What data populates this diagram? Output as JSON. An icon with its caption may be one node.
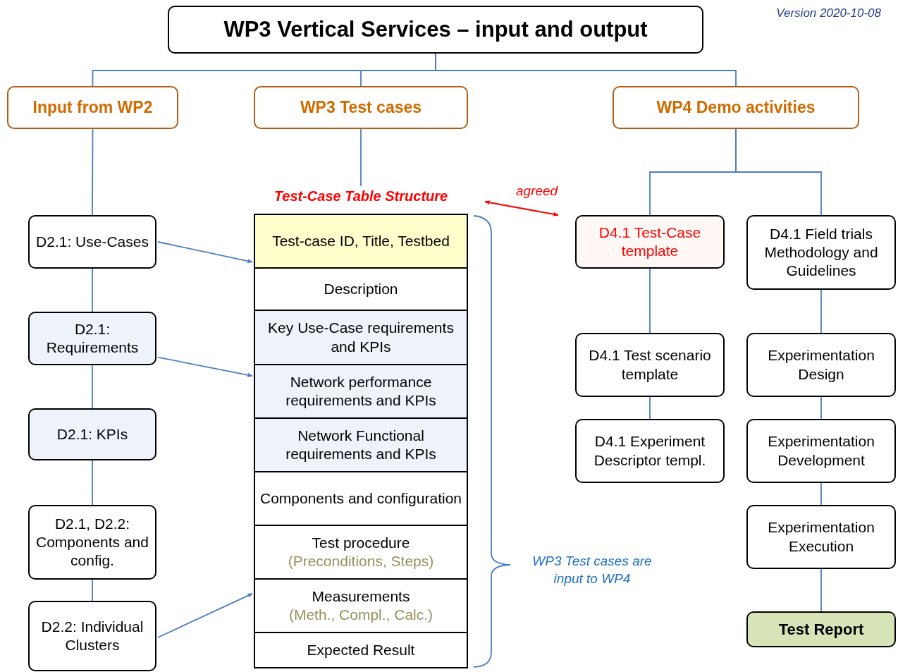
{
  "diagram": {
    "nodes": [
      {
        "text": [
          "WP3 Vertical Services – input and output"
        ]
      },
      {
        "text": [
          "Input from WP2"
        ]
      },
      {
        "text": [
          "WP3 Test cases"
        ]
      },
      {
        "text": [
          "WP4 Demo activities"
        ]
      },
      {
        "text": [
          "D2.1: Use-Cases"
        ]
      },
      {
        "text": [
          "D2.1: Requirements"
        ]
      },
      {
        "text": [
          "D2.1: KPIs"
        ]
      },
      {
        "text": [
          "D2.1, D2.2: Components and config."
        ]
      },
      {
        "text": [
          "D2.2: Individual Clusters"
        ]
      },
      {
        "text": [
          "Test-Case Table Structure"
        ]
      },
      {
        "text": [
          "Test-case ID, Title, Testbed"
        ],
        "in": 9
      },
      {
        "text": [
          "Description"
        ],
        "in": 9
      },
      {
        "text": [
          "Key Use-Case requirements and KPIs"
        ],
        "in": 9
      },
      {
        "text": [
          "Network performance requirements and KPIs"
        ],
        "in": 9
      },
      {
        "text": [
          "Network Functional requirements and KPIs"
        ],
        "in": 9
      },
      {
        "text": [
          "Components and configuration"
        ],
        "in": 9
      },
      {
        "text": [
          "Test procedure",
          "(Preconditions, Steps)"
        ],
        "in": 9
      },
      {
        "text": [
          "Measurements",
          "(Meth., Compl., Calc.)"
        ],
        "in": 9
      },
      {
        "text": [
          "Expected Result"
        ],
        "in": 9
      },
      {
        "text": [
          "D4.1 Test-Case template"
        ]
      },
      {
        "text": [
          "D4.1 Field trials Methodology and Guidelines"
        ]
      },
      {
        "text": [
          "D4.1 Test scenario template"
        ]
      },
      {
        "text": [
          "D4.1 Experiment Descriptor templ."
        ]
      },
      {
        "text": [
          "Experimentation Design"
        ]
      },
      {
        "text": [
          "Experimentation Development"
        ]
      },
      {
        "text": [
          "Experimentation Execution"
        ]
      },
      {
        "text": [
          "Test Report"
        ]
      }
    ],
    "edges": [
      {
        "from": 0,
        "to": 1,
        "arrow": "none"
      },
      {
        "from": 0,
        "to": 2,
        "arrow": "none"
      },
      {
        "from": 0,
        "to": 3,
        "arrow": "none"
      },
      {
        "from": 1,
        "to": 4,
        "arrow": "none"
      },
      {
        "from": 4,
        "to": 5,
        "arrow": "none"
      },
      {
        "from": 5,
        "to": 6,
        "arrow": "none"
      },
      {
        "from": 6,
        "to": 7,
        "arrow": "none"
      },
      {
        "from": 7,
        "to": 8,
        "arrow": "none"
      },
      {
        "from": 2,
        "to": 9,
        "arrow": "none"
      },
      {
        "from": 3,
        "to": 19,
        "arrow": "none"
      },
      {
        "from": 3,
        "to": 20,
        "arrow": "none"
      },
      {
        "from": 19,
        "to": 21,
        "arrow": "none"
      },
      {
        "from": 21,
        "to": 22,
        "arrow": "none"
      },
      {
        "from": 20,
        "to": 23,
        "arrow": "none"
      },
      {
        "from": 23,
        "to": 24,
        "arrow": "none"
      },
      {
        "from": 24,
        "to": 25,
        "arrow": "none"
      },
      {
        "from": 25,
        "to": 26,
        "arrow": "none"
      },
      {
        "from": 4,
        "to": 10,
        "arrow": "to"
      },
      {
        "from": 5,
        "to": 13,
        "arrow": "to"
      },
      {
        "from": 8,
        "to": 17,
        "arrow": "to"
      },
      {
        "from": 9,
        "to": 19,
        "arrow": "both",
        "label": "agreed",
        "color": "#ff0000"
      }
    ],
    "labels": [
      "Version 2020-10-08",
      "WP3 Test cases are input to WP4"
    ]
  }
}
